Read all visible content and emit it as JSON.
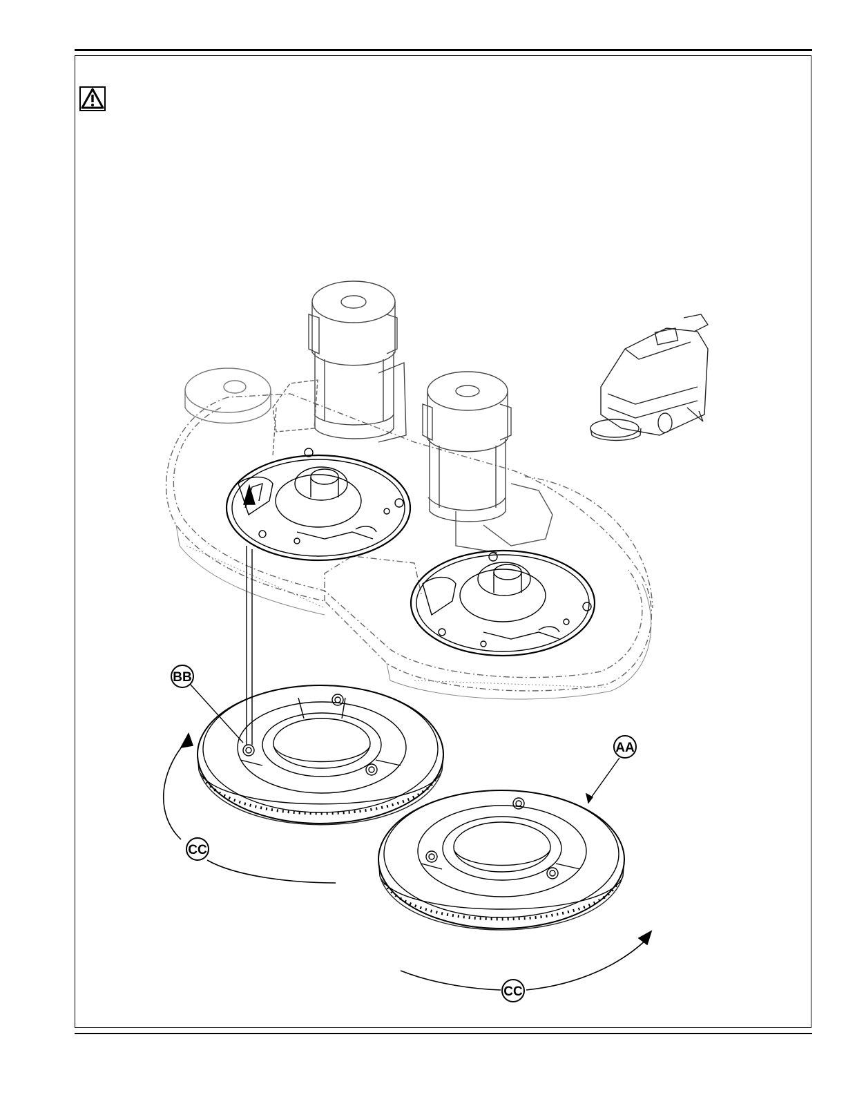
{
  "callouts": {
    "aa": "AA",
    "bb": "BB",
    "cc_left": "CC",
    "cc_right": "CC"
  },
  "icons": {
    "warning": "warning-triangle-icon"
  }
}
